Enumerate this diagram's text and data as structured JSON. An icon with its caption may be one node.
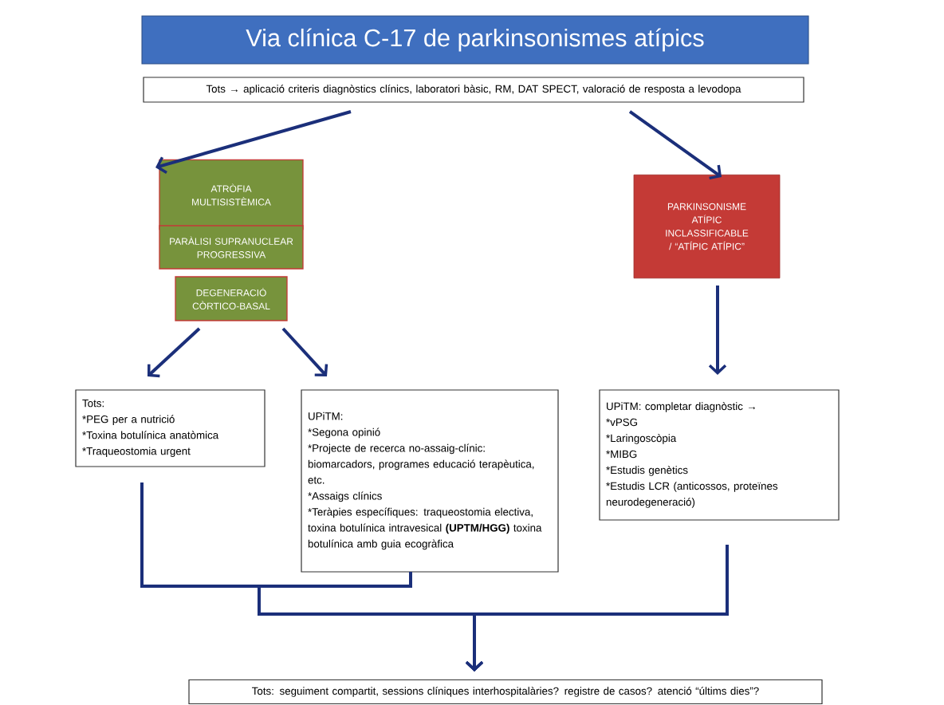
{
  "diagram": {
    "title": "Via clínica C-17 de parkinsonismes atípics",
    "nodes": [
      {
        "text": [
          "Tots → aplicació criteris diagnòstics clínics, laboratori bàsic, RM, DAT SPECT, valoració de resposta a levodopa"
        ]
      },
      {
        "text": [
          "ATRÒFIA MULTISISTÈMICA"
        ]
      },
      {
        "text": [
          "PARÀLISI SUPRANUCLEAR PROGRESSIVA"
        ]
      },
      {
        "text": [
          "DEGENERACIÓ CÒRTICO-BASAL"
        ]
      },
      {
        "text": [
          "PARKINSONISME ATÍPIC INCLASSIFICABLE / “ATÍPIC ATÍPIC”"
        ]
      },
      {
        "text": [
          "Tots:",
          "*PEG per a nutrició",
          "*Toxina botulínica anatòmica",
          "*Traqueostomia urgent"
        ]
      },
      {
        "text": [
          "UPiTM:",
          "*Segona opinió",
          "*Projecte de recerca no-assaig-clínic: biomarcadors, programes educació terapèutica, etc.",
          "*Assaigs clínics",
          "*Teràpies específiques: traqueostomia electiva, toxina botulínica intravesical **(UPTM/HGG)** toxina botulínica amb guia ecogràfica"
        ]
      },
      {
        "text": [
          "UPiTM: completar diagnòstic →",
          "*vPSG",
          "*Laringoscòpia",
          "*MIBG",
          "*Estudis genètics",
          "*Estudis LCR (anticossos, proteïnes neurodegeneració)"
        ]
      },
      {
        "text": [
          "Tots:  seguiment compartit, sessions clíniques interhospitalàries? registre de casos? atenció “últims dies”?"
        ]
      }
    ],
    "edges": [
      {
        "from": 0,
        "to": 1,
        "arrow": "to"
      },
      {
        "from": 0,
        "to": 4,
        "arrow": "to"
      },
      {
        "from": 3,
        "to": 5,
        "arrow": "to"
      },
      {
        "from": 3,
        "to": 6,
        "arrow": "to"
      },
      {
        "from": 4,
        "to": 7,
        "arrow": "to"
      },
      {
        "from": 5,
        "to": 8,
        "arrow": "to"
      },
      {
        "from": 6,
        "to": 8,
        "arrow": "to"
      },
      {
        "from": 7,
        "to": 8,
        "arrow": "to"
      }
    ]
  }
}
